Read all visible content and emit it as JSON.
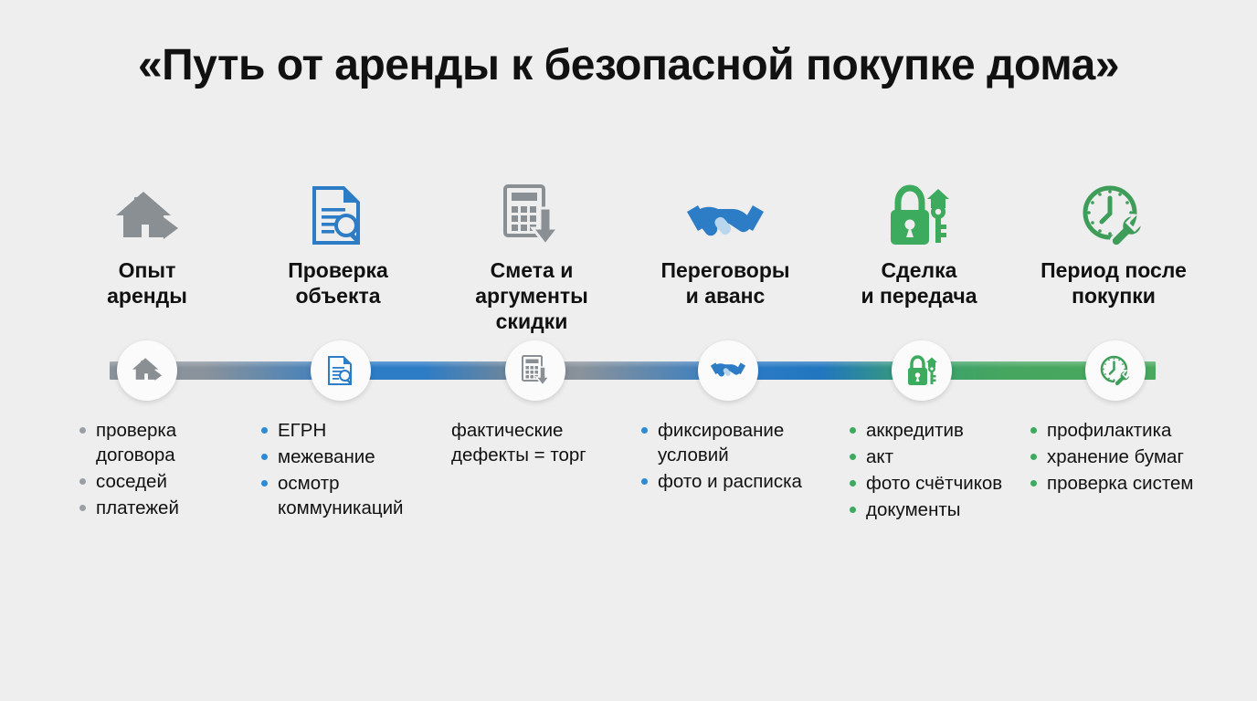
{
  "title": "«Путь от аренды к безопасной покупке дома»",
  "theme": {
    "background": "#eeeeee",
    "text": "#111111",
    "gray": "#8a929b",
    "blue": "#2d7cc6",
    "green": "#49a85d",
    "node_fill": "#fbfbfb"
  },
  "timeline": {
    "gradient_stops": [
      "#8a929b",
      "#2d7cc6",
      "#8a929b",
      "#2d7cc6",
      "#49a85d"
    ]
  },
  "steps": [
    {
      "id": "rent-experience",
      "icon": "house-arrow-icon",
      "icon_color": "#8a8f94",
      "label": "Опыт\nаренды",
      "label_line1": "Опыт",
      "label_line2": "аренды",
      "bullet_color": "#9aa0a6",
      "bullets_styled": true,
      "bullets": [
        "проверка договора",
        "соседей",
        "платежей"
      ]
    },
    {
      "id": "object-check",
      "icon": "document-magnifier-icon",
      "icon_color": "#2d7cc6",
      "label": "Проверка\nобъекта",
      "label_line1": "Проверка",
      "label_line2": "объекта",
      "bullet_color": "#2d8ad4",
      "bullets_styled": true,
      "bullets": [
        "ЕГРН",
        "межевание",
        "осмотр коммуникаций"
      ]
    },
    {
      "id": "estimate-discount",
      "icon": "calculator-arrow-down-icon",
      "icon_color": "#8a8f94",
      "label": "Смета и\nаргументы\nскидки",
      "label_line1": "Смета и",
      "label_line2": "аргументы",
      "label_line3": "скидки",
      "bullet_color": "",
      "bullets_styled": false,
      "bullets": [
        "фактические дефекты = торг"
      ]
    },
    {
      "id": "negotiations-advance",
      "icon": "handshake-icon",
      "icon_color": "#2d7cc6",
      "label": "Переговоры\nи аванс",
      "label_line1": "Переговоры",
      "label_line2": "и аванс",
      "bullet_color": "#2d8ad4",
      "bullets_styled": true,
      "bullets": [
        "фиксирование условий",
        "фото и расписка"
      ]
    },
    {
      "id": "deal-handover",
      "icon": "padlock-key-house-icon",
      "icon_color": "#3cab5e",
      "label": "Сделка\nи передача",
      "label_line1": "Сделка",
      "label_line2": "и передача",
      "bullet_color": "#3cab5e",
      "bullets_styled": true,
      "bullets": [
        "аккредитив",
        "акт",
        "фото счётчиков",
        "документы"
      ]
    },
    {
      "id": "after-purchase",
      "icon": "clock-wrench-icon",
      "icon_color": "#3e9e59",
      "label": "Период после\nпокупки",
      "label_line1": "Период после",
      "label_line2": "покупки",
      "bullet_color": "#3cab5e",
      "bullets_styled": true,
      "bullets": [
        "профилактика",
        "хранение бумаг",
        "проверка систем"
      ]
    }
  ]
}
